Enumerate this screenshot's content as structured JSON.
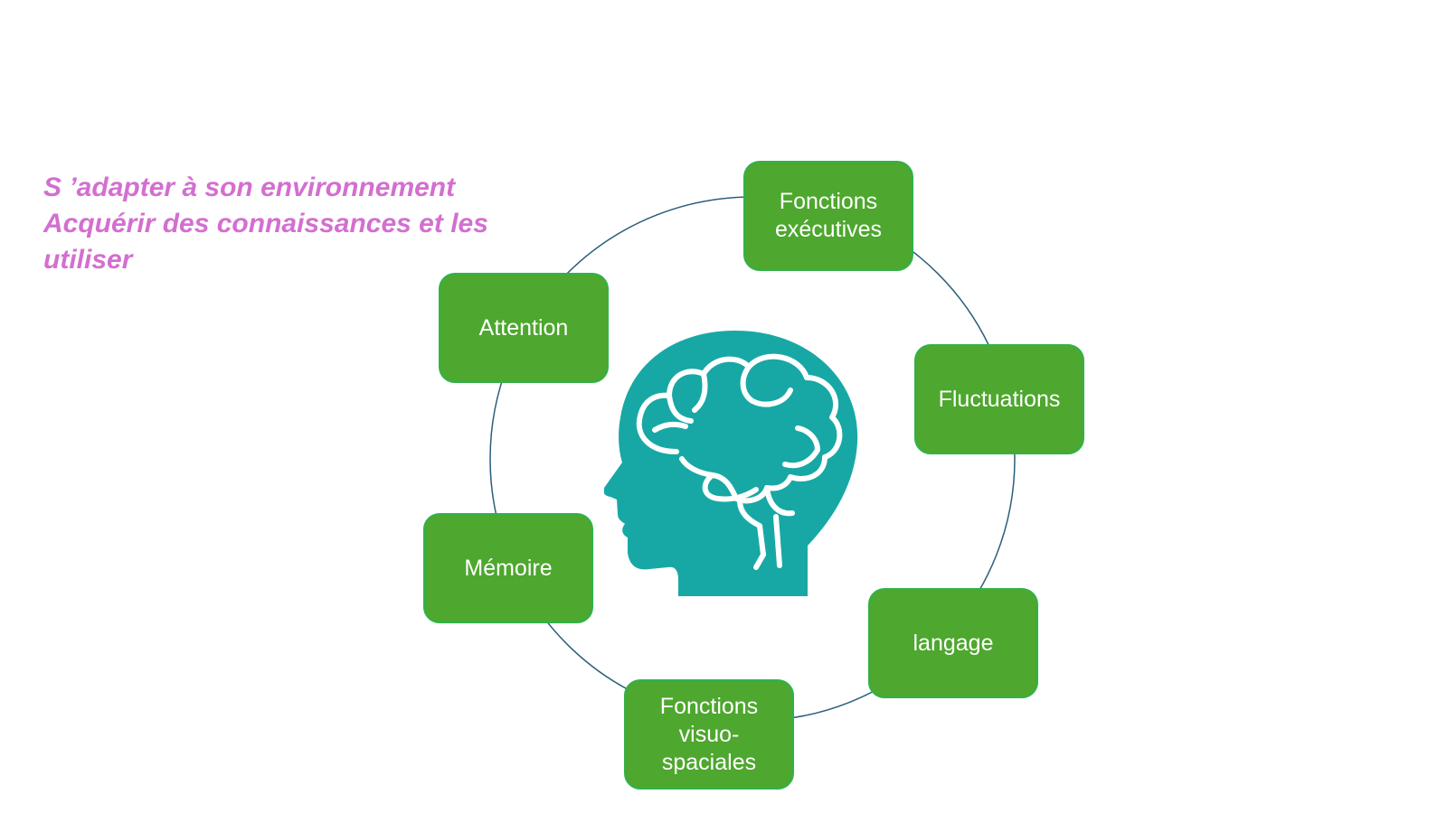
{
  "intro": {
    "line1": "S ’adapter à son environnement",
    "line2": "Acquérir des connaissances et les utiliser"
  },
  "colors": {
    "intro_text": "#d36fd0",
    "box_fill": "#4ea72e",
    "box_border": "#2fb34a",
    "box_text": "#ffffff",
    "ring": "#2b5f7a",
    "head": "#17a8a5"
  },
  "center_icon": "head-brain-icon",
  "nodes": {
    "executive": [
      "Fonctions",
      "exécutives"
    ],
    "fluctuations": [
      "Fluctuations"
    ],
    "langage": [
      "langage"
    ],
    "visuo": [
      "Fonctions",
      "visuo-",
      "spaciales"
    ],
    "memoire": [
      "Mémoire"
    ],
    "attention": [
      "Attention"
    ]
  }
}
